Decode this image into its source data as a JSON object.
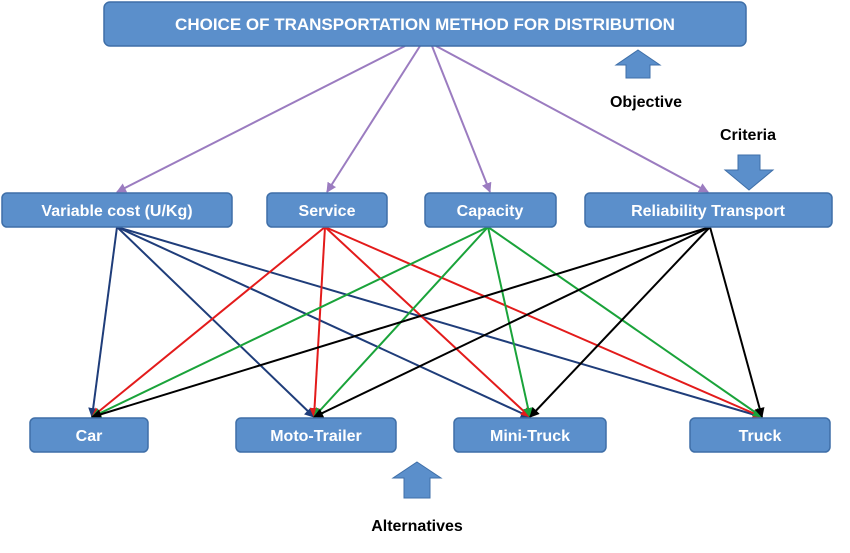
{
  "colors": {
    "box_fill": "#5b8fcb",
    "box_stroke": "#3f6fa8",
    "box_text": "#ffffff",
    "objective_link": "#9b7cc0",
    "cost_link": "#1f3d7a",
    "service_link": "#e31b1b",
    "capacity_link": "#1aa33a",
    "reliability_link": "#000000",
    "block_arrow": "#5b8fcb"
  },
  "objective": {
    "label": "CHOICE OF TRANSPORTATION METHOD FOR DISTRIBUTION"
  },
  "criteria": [
    {
      "id": "cost",
      "label": "Variable cost (U/Kg)"
    },
    {
      "id": "service",
      "label": "Service"
    },
    {
      "id": "capacity",
      "label": "Capacity"
    },
    {
      "id": "reliability",
      "label": "Reliability Transport"
    }
  ],
  "alternatives": [
    {
      "id": "car",
      "label": "Car"
    },
    {
      "id": "moto",
      "label": "Moto-Trailer"
    },
    {
      "id": "mini",
      "label": "Mini-Truck"
    },
    {
      "id": "truck",
      "label": "Truck"
    }
  ],
  "annotations": {
    "objective": "Objective",
    "criteria": "Criteria",
    "alternatives": "Alternatives"
  }
}
